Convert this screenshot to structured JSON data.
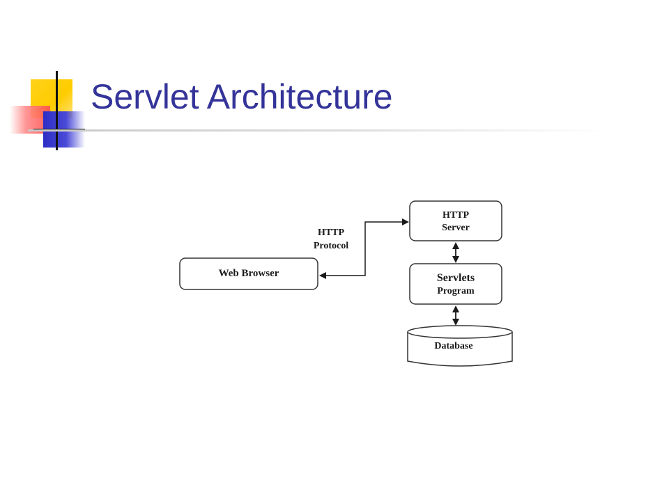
{
  "slide": {
    "title": "Servlet Architecture"
  },
  "theme": {
    "title_color": "#333399",
    "deco_yellow": "#ffcc00",
    "deco_red": "#ff5a5a",
    "deco_blue": "#3333cc",
    "line_color": "#1a1a1a"
  },
  "diagram": {
    "web_browser": "Web Browser",
    "protocol_line1": "HTTP",
    "protocol_line2": "Protocol",
    "http_server_line1": "HTTP",
    "http_server_line2": "Server",
    "servlets_line1": "Servlets",
    "servlets_line2": "Program",
    "database": "Database"
  }
}
